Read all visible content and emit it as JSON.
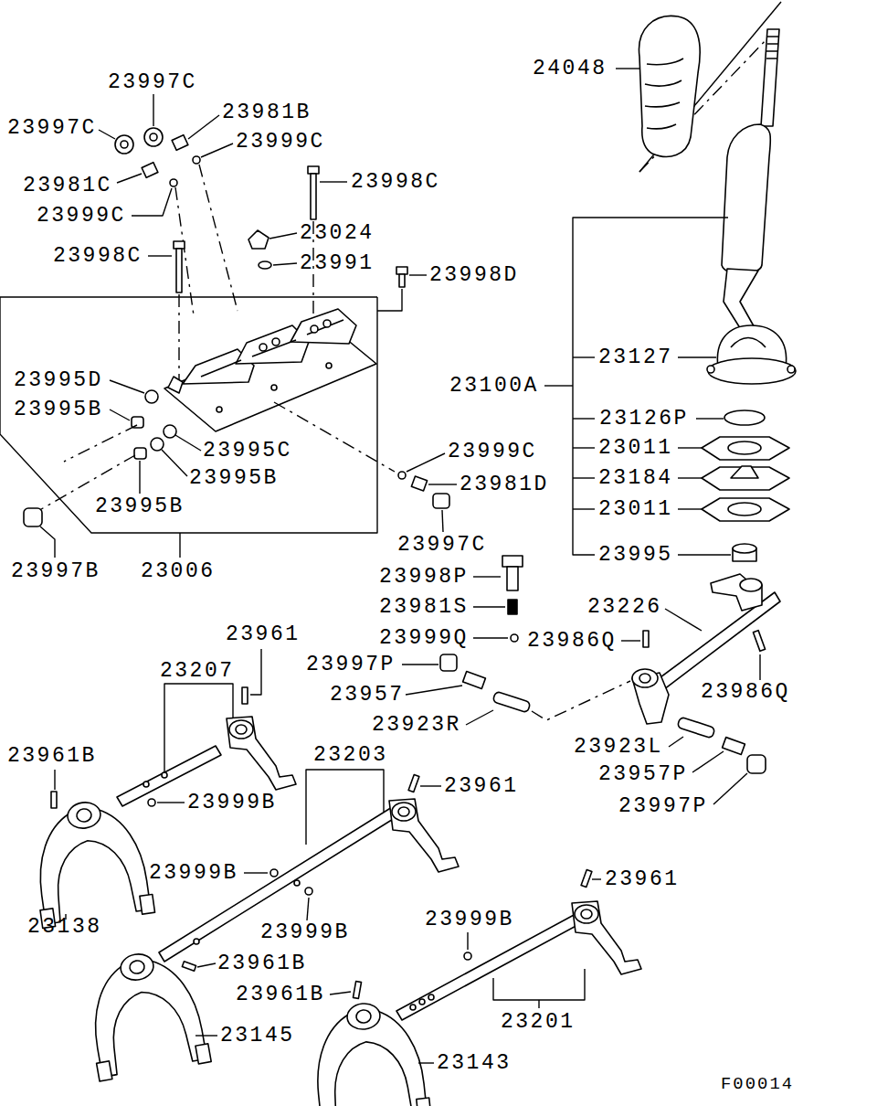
{
  "diagram": {
    "labels": [
      "24048",
      "23997C",
      "23997C",
      "23981B",
      "23999C",
      "23981C",
      "23999C",
      "23998C",
      "23024",
      "23998C",
      "23991",
      "23998D",
      "23127",
      "23995D",
      "23100A",
      "23995B",
      "23126P",
      "23011",
      "23995C",
      "23999C",
      "23995B",
      "23184",
      "23981D",
      "23995B",
      "23011",
      "23997B",
      "23006",
      "23997C",
      "23995",
      "23998P",
      "23981S",
      "23226",
      "23999Q",
      "23986Q",
      "23961",
      "23207",
      "23997P",
      "23957",
      "23986Q",
      "23923R",
      "23923L",
      "23961B",
      "23203",
      "23957P",
      "23961",
      "23999B",
      "23997P",
      "23999B",
      "23961",
      "23138",
      "23999B",
      "23999B",
      "23961B",
      "23961B",
      "23201",
      "23145",
      "23143",
      "F00014"
    ]
  }
}
